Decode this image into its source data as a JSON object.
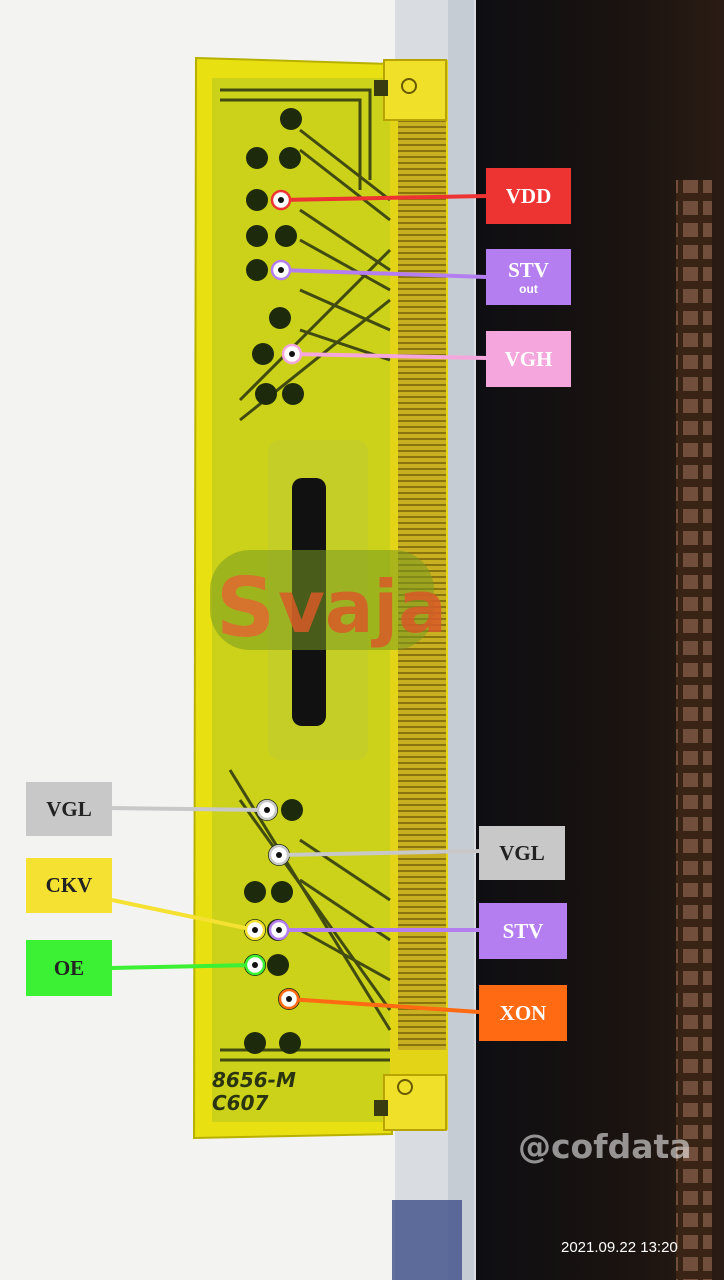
{
  "pcb": {
    "logo_text": "vaja",
    "part_number_line1": "8656-M",
    "part_number_line2": "C607"
  },
  "labels": {
    "vdd": {
      "text": "VDD",
      "color": "#ee3333",
      "text_color": "#ffffff"
    },
    "stv_out": {
      "text": "STV",
      "sub": "out",
      "color": "#b57ef0",
      "text_color": "#ffffff"
    },
    "vgh": {
      "text": "VGH",
      "color": "#f5a6dc",
      "text_color": "#ffffff"
    },
    "vgl_left": {
      "text": "VGL",
      "color": "#c8c8c8",
      "text_color": "#222222"
    },
    "vgl_right": {
      "text": "VGL",
      "color": "#c8c8c8",
      "text_color": "#222222"
    },
    "ckv": {
      "text": "CKV",
      "color": "#f4e132",
      "text_color": "#222222"
    },
    "stv": {
      "text": "STV",
      "color": "#b57ef0",
      "text_color": "#ffffff"
    },
    "oe": {
      "text": "OE",
      "color": "#3cf033",
      "text_color": "#222222"
    },
    "xon": {
      "text": "XON",
      "color": "#ff6a12",
      "text_color": "#ffffff"
    }
  },
  "watermark": "@cofdata",
  "timestamp": "2021.09.22 13:20"
}
